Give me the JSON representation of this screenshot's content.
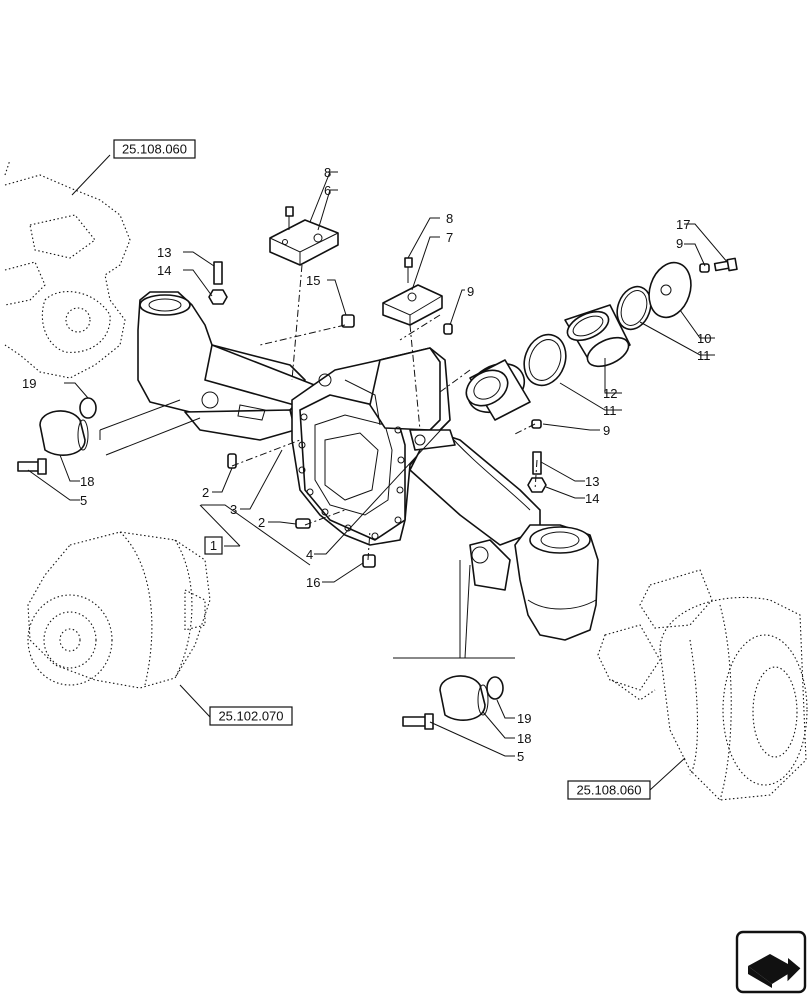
{
  "references": {
    "top_left": "25.108.060",
    "bottom_left": "25.102.070",
    "bottom_right": "25.108.060",
    "assembly": "1"
  },
  "callouts": {
    "c8a": "8",
    "c6": "6",
    "c8b": "8",
    "c7": "7",
    "c13a": "13",
    "c14a": "14",
    "c15": "15",
    "c9a": "9",
    "c17": "17",
    "c9b": "9",
    "c10": "10",
    "c11a": "11",
    "c12": "12",
    "c11b": "11",
    "c9c": "9",
    "c19a": "19",
    "c18a": "18",
    "c5a": "5",
    "c2a": "2",
    "c3": "3",
    "c2b": "2",
    "c4": "4",
    "c16": "16",
    "c13b": "13",
    "c14b": "14",
    "c19b": "19",
    "c18b": "18",
    "c5b": "5"
  }
}
